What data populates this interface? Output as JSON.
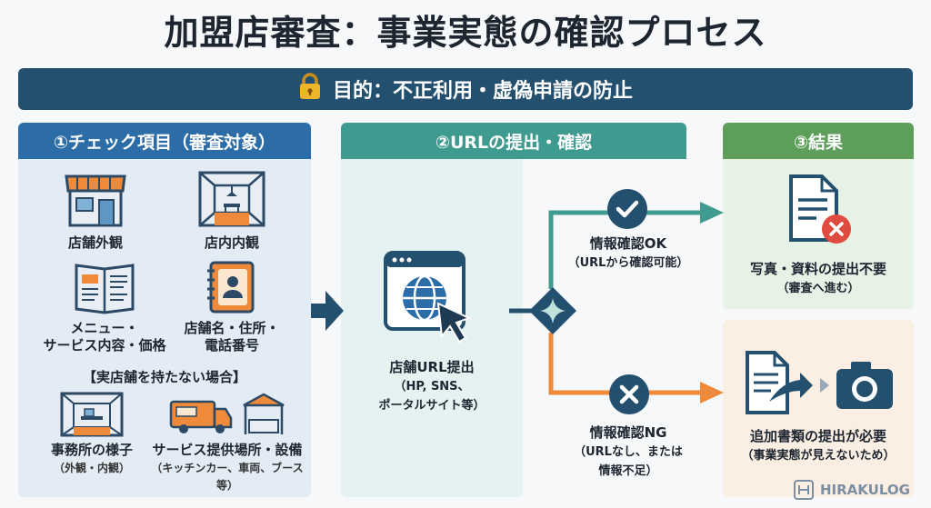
{
  "title": "加盟店審査：事業実態の確認プロセス",
  "purpose": "目的：不正利用・虚偽申請の防止",
  "sections": {
    "check": {
      "heading": "①チェック項目（審査対象）",
      "items": [
        {
          "label": "店舗外観"
        },
        {
          "label": "店内内観"
        },
        {
          "label_line1": "メニュー・",
          "label_line2": "サービス内容・価格"
        },
        {
          "label_line1": "店舗名・住所・",
          "label_line2": "電話番号"
        }
      ],
      "no_store_heading": "【実店舗を持たない場合】",
      "no_store_items": [
        {
          "label": "事務所の様子",
          "sub": "（外観・内観）"
        },
        {
          "label": "サービス提供場所・設備",
          "sub": "（キッチンカー、車両、ブース等）"
        }
      ]
    },
    "url": {
      "heading": "②URLの提出・確認",
      "label_line1": "店舗URL提出",
      "label_line2": "（HP, SNS、",
      "label_line3": "ポータルサイト等）"
    },
    "result": {
      "heading": "③結果",
      "ok_label": "情報確認OK",
      "ok_sub": "（URLから確認可能）",
      "ng_label": "情報確認NG",
      "ng_sub_line1": "（URLなし、または",
      "ng_sub_line2": "情報不足）",
      "ok_result": "写真・資料の提出不要",
      "ok_result_sub": "（審査へ進む）",
      "ng_result": "追加書類の提出が必要",
      "ng_result_sub": "（事業実態が見えないため）"
    }
  },
  "watermark": {
    "brand": "HIRAKULOG"
  },
  "colors": {
    "navy": "#24506f",
    "blue": "#2d6da7",
    "teal": "#3f9a8f",
    "green": "#5c9e5a",
    "orange": "#ee8a3a",
    "dark_navy": "#2c4a66"
  }
}
